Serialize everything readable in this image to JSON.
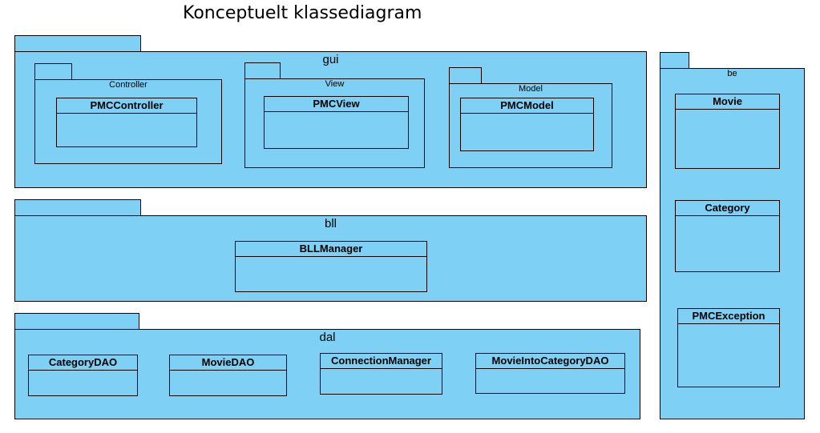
{
  "diagram_title": "Konceptuelt klassediagram",
  "packages": {
    "gui": {
      "name": "gui",
      "controller": {
        "name": "Controller",
        "class": "PMCController"
      },
      "view": {
        "name": "View",
        "class": "PMCView"
      },
      "model": {
        "name": "Model",
        "class": "PMCModel"
      }
    },
    "bll": {
      "name": "bll",
      "classes": [
        "BLLManager"
      ]
    },
    "dal": {
      "name": "dal",
      "classes": [
        "CategoryDAO",
        "MovieDAO",
        "ConnectionManager",
        "MovieIntoCategoryDAO"
      ]
    },
    "be": {
      "name": "be",
      "classes": [
        "Movie",
        "Category",
        "PMCException"
      ]
    }
  },
  "colors": {
    "package_fill": "#7fd0f5",
    "stroke": "#000000"
  }
}
